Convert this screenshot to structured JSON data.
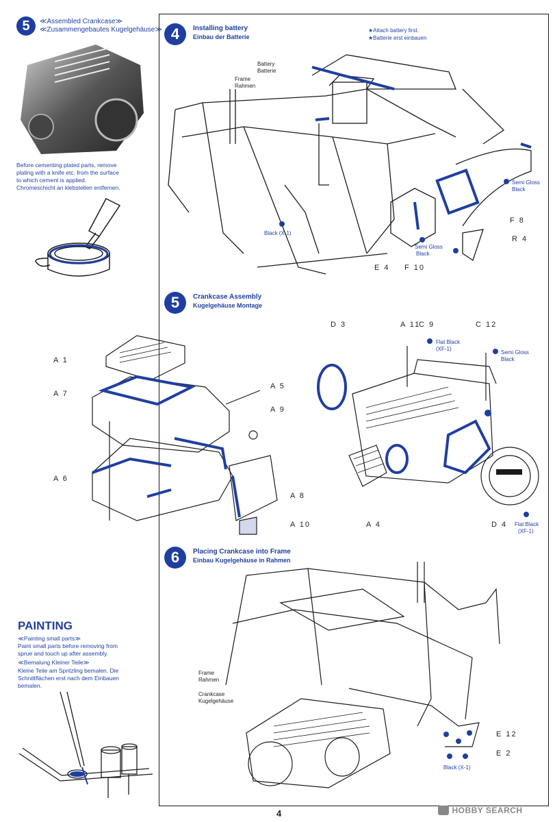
{
  "left_col": {
    "step5_number": "5",
    "step5_title_en": "≪Assembled Crankcase≫",
    "step5_title_de": "≪Zusammengebautes Kugelgehäuse≫",
    "note_en_1": "Before cementing plated parts, remove",
    "note_en_2": "plating with a knife etc. from the surface",
    "note_en_3": "to which cement is applied.",
    "note_de": "Chromeschicht an klebstellen entfernen.",
    "painting_heading": "PAINTING",
    "painting_sub_en": "≪Painting small parts≫",
    "painting_text_en_1": "Paint small parts before removing from",
    "painting_text_en_2": "sprue and touch up after assembly.",
    "painting_sub_de": "≪Bemalung Kleiner Teile≫",
    "painting_text_de_1": "Kleine Teile am Spritzling bemalen. Die",
    "painting_text_de_2": "Schnittflächen erst nach dem Einbauen",
    "painting_text_de_3": "bemalen."
  },
  "step4": {
    "number": "4",
    "title_en": "Installing battery",
    "title_de": "Einbau der Batterie",
    "note_en": "★Attach battery first.",
    "note_de": "★Batterie erst einbauen",
    "battery_en": "Battery",
    "battery_de": "Batterie",
    "frame_en": "Frame",
    "frame_de": "Rahmen",
    "semi_gloss_1": "Semi Gloss",
    "black_1": "Black",
    "black_x1": "Black (X-1)",
    "semi_gloss_2": "Semi Gloss",
    "black_2": "Black",
    "part_f8": "F 8",
    "part_r4": "R 4",
    "part_e4": "E 4",
    "part_f10": "F 10"
  },
  "step5": {
    "number": "5",
    "title_en": "Crankcase Assembly",
    "title_de": "Kugelgehäuse Montage",
    "a1": "A 1",
    "a7": "A 7",
    "a5": "A 5",
    "a9": "A 9",
    "a6": "A 6",
    "a8": "A 8",
    "a10": "A 10",
    "d3": "D 3",
    "a11": "A 11",
    "c9": "C 9",
    "c12": "C 12",
    "flat_black_1": "Flat Black",
    "xf1_1": "(XF-1)",
    "semi_gloss": "Semi Gloss",
    "black": "Black",
    "a4": "A 4",
    "d4": "D 4",
    "flat_black_2": "Flat Black",
    "xf1_2": "(XF-1)"
  },
  "step6": {
    "number": "6",
    "title_en": "Placing Crankcase into Frame",
    "title_de": "Einbau Kugelgehäuse in Rahmen",
    "frame_en": "Frame",
    "frame_de": "Rahmen",
    "crankcase_en": "Crankcase",
    "crankcase_de": "Kugelgehäuse",
    "e12": "E 12",
    "e2": "E 2",
    "black_x1": "Black (X-1)"
  },
  "footer": {
    "page_number": "4",
    "watermark": "HOBBY SEARCH"
  },
  "colors": {
    "accent": "#1f3fa0",
    "line": "#1a1a1a"
  }
}
